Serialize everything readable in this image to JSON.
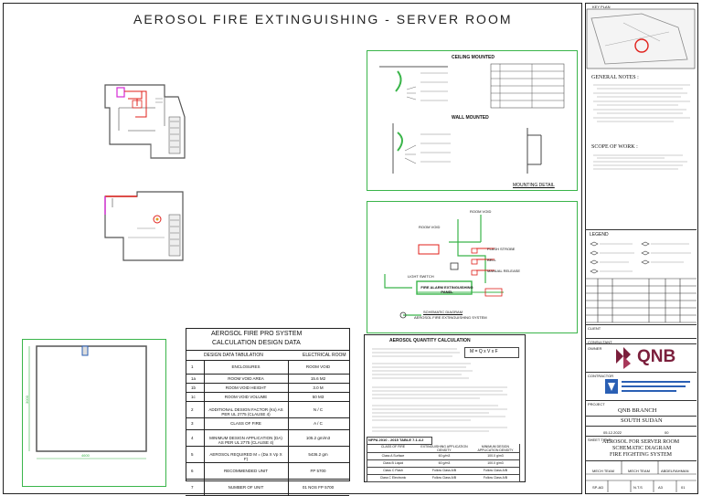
{
  "title": "AEROSOL FIRE EXTINGUISHING - SERVER ROOM",
  "key_plan": {
    "label": "KEY PLAN"
  },
  "mounting": {
    "ceiling_title": "CEILING MOUNTED",
    "wall_title": "WALL MOUNTED",
    "caption": "MOUNTING DETAIL"
  },
  "schematic": {
    "labels": [
      "ROOM VOID",
      "ROOM VOID",
      "FLASH STROBE",
      "BELL",
      "MANUAL RELEASE",
      "LIGHT SWITCH",
      "FIRE ALARM EXTINGUISHING PANEL"
    ],
    "caption_line1": "SCHEMATIC DIAGRAM",
    "caption_line2": "AEROSOL FIRE EXTINGUISHING SYSTEM"
  },
  "room_plan": {
    "dim_v": "3000",
    "dim_h": "4600"
  },
  "calc_table": {
    "title_line1": "AEROSOL FIRE PRO SYSTEM",
    "title_line2": "CALCULATION DESIGN DATA",
    "header_left": "DESIGN DATA TABULATION",
    "header_right": "ELECTRICAL ROOM",
    "rows": [
      {
        "no": "1",
        "desc": "ENCLOSURES",
        "val": "ROOM VOID"
      },
      {
        "no": "1a",
        "desc": "ROOM VOID AREA",
        "val": "15.6 M2"
      },
      {
        "no": "1b",
        "desc": "ROOM VOID HEIGHT",
        "val": "3.0 M"
      },
      {
        "no": "1c",
        "desc": "ROOM VOID VOLUME",
        "val": "50 M3"
      },
      {
        "no": "2",
        "desc": "ADDITIONAL DESIGN FACTOR (Ks) AS PER UL 2775 (CLAUSE 4)",
        "val": "N / C"
      },
      {
        "no": "3",
        "desc": "CLASS OF FIRE",
        "val": "A / C"
      },
      {
        "no": "4",
        "desc": "MINIMUM DESIGN APPLICATION (DA) AS PER UL 2775 (CLAUSE 4)",
        "val": "105.2 gm/m3"
      },
      {
        "no": "5",
        "desc": "AEROSOL REQUIRED M = (Da X Vp X F)",
        "val": "5436.2 gm"
      },
      {
        "no": "6",
        "desc": "RECOMMENDED UNIT",
        "val": "FP 5700"
      },
      {
        "no": "7",
        "desc": "NUMBER OF UNIT",
        "val": "01 NOS FP 5700"
      }
    ]
  },
  "quantity": {
    "title": "AEROSOL QUANTITY CALCULATION",
    "formula": "M = Q x V x F",
    "nfpa_title": "NFPA 2010 - 2015 TABLE 7.1.4.2",
    "nfpa_rows": [
      [
        "CLASS OF FIRE",
        "EXTINGUISHING APPLICATION DENSITY",
        "MINIMUM DESIGN APPLICATION DENSITY"
      ],
      [
        "Class A Surface",
        "60 g/m3",
        "100.0 g/m3"
      ],
      [
        "Class B Liquid",
        "60 g/m3",
        "100.0 g/m3"
      ],
      [
        "Class C Flash",
        "Follow Class A/B",
        "Follow Class A/B"
      ],
      [
        "Class C Electronic",
        "Follow Class A/B",
        "Follow Class A/B"
      ]
    ]
  },
  "notes": {
    "general_title": "GENERAL NOTES :",
    "scope_title": "SCOPE OF WORK :",
    "legend_title": "LEGEND"
  },
  "title_block": {
    "client_label": "CLIENT",
    "consultant_label": "CONSULTANT",
    "owner_label": "OWNER",
    "contractor_label": "CONTRACTOR",
    "owner_logo": "QNB",
    "project_label": "PROJECT",
    "project": "QNB BRANCH",
    "location": "SOUTH SUDAN",
    "date": "05.12.2022",
    "rev": "00",
    "sheet_title_label": "SHEET TITLE",
    "sheet_title_1": "AEROSOL FOR SERVER ROOM",
    "sheet_title_2": "SCHEMATIC DIAGRAM",
    "sheet_title_3": "FIRE FIGHTING SYSTEM",
    "designed_by": "MECH TEAM",
    "drawn_by": "MECH TEAM",
    "checked_by": "ABDELRAHMAN",
    "drawing_no": "SP-AD",
    "scale": "N.T.S",
    "size": "A3",
    "sheet_no": "01"
  },
  "colors": {
    "green": "#3ab54a",
    "red": "#e0201b",
    "magenta": "#d62ad6",
    "blue": "#2a5fb4"
  }
}
